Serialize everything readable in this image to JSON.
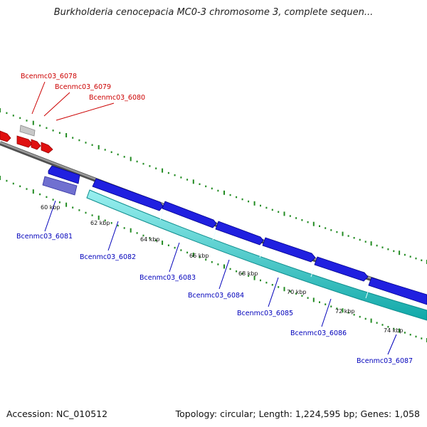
{
  "title": "Burkholderia cenocepacia MC0-3 chromosome 3, complete sequen...",
  "accession_text": "Accession: NC_010512",
  "summary_text": "Topology: circular; Length: 1,224,595 bp; Genes: 1,058",
  "colors": {
    "forward_gene": "#2020e0",
    "forward_gene_light": "#7070d0",
    "reverse_gene": "#e01010",
    "reverse_gene_grey": "#c8c8c8",
    "cds_band": "#20c0c0",
    "backbone": "#808080",
    "tick": "#228b22",
    "label_red": "#cc0000",
    "label_blue": "#0000bb"
  },
  "kbp_labels": [
    "60 kbp",
    "62 kbp",
    "64 kbp",
    "66 kbp",
    "68 kbp",
    "70 kbp",
    "72 kbp",
    "74 kbp"
  ],
  "red_gene_labels": [
    "Bcenmc03_6078",
    "Bcenmc03_6079",
    "Bcenmc03_6080"
  ],
  "blue_gene_labels": [
    "Bcenmc03_6081",
    "Bcenmc03_6082",
    "Bcenmc03_6083",
    "Bcenmc03_6084",
    "Bcenmc03_6085",
    "Bcenmc03_6086",
    "Bcenmc03_6087"
  ]
}
